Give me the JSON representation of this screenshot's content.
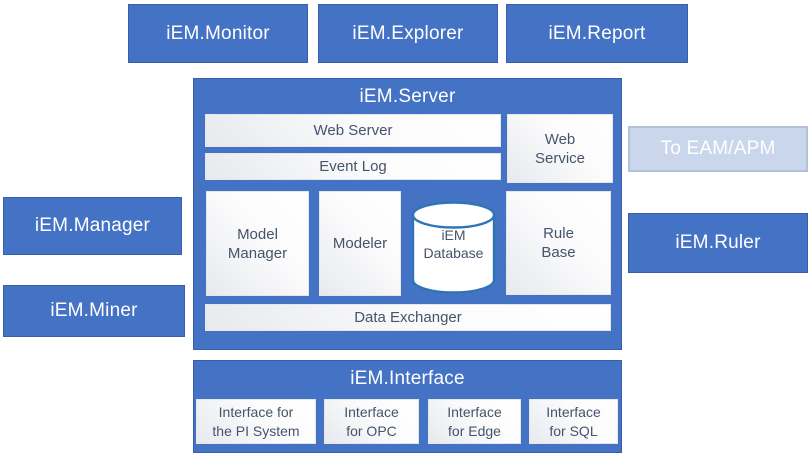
{
  "diagram": {
    "top_row": {
      "items": [
        {
          "label": "iEM.Monitor"
        },
        {
          "label": "iEM.Explorer"
        },
        {
          "label": "iEM.Report"
        }
      ]
    },
    "server": {
      "title": "iEM.Server",
      "web_server_label": "Web Server",
      "event_log_label": "Event Log",
      "web_service": {
        "lines": [
          "Web",
          "Service"
        ]
      },
      "model_manager": {
        "lines": [
          "Model",
          "Manager"
        ]
      },
      "modeler_label": "Modeler",
      "database": {
        "lines": [
          "iEM",
          "Database"
        ]
      },
      "rule_base": {
        "lines": [
          "Rule",
          "Base"
        ]
      },
      "data_exchanger_label": "Data Exchanger"
    },
    "left_column": {
      "manager_label": "iEM.Manager",
      "miner_label": "iEM.Miner"
    },
    "right_column": {
      "eam_apm_label": "To EAM/APM",
      "ruler_label": "iEM.Ruler"
    },
    "interface": {
      "title": "iEM.Interface",
      "items": [
        {
          "lines": [
            "Interface for",
            "the PI System"
          ]
        },
        {
          "lines": [
            "Interface",
            "for OPC"
          ]
        },
        {
          "lines": [
            "Interface",
            "for Edge"
          ]
        },
        {
          "lines": [
            "Interface",
            "for SQL"
          ]
        }
      ]
    },
    "colors": {
      "accent_blue": "#4472C4",
      "accent_blue_border": "#3a5da8",
      "light_blue_fill": "#C9D6EC",
      "light_blue_border": "#b4c2d9",
      "inner_box_text": "#44546A",
      "cylinder_stroke": "#2E75B6",
      "label_text": "#FFFFFF"
    }
  }
}
